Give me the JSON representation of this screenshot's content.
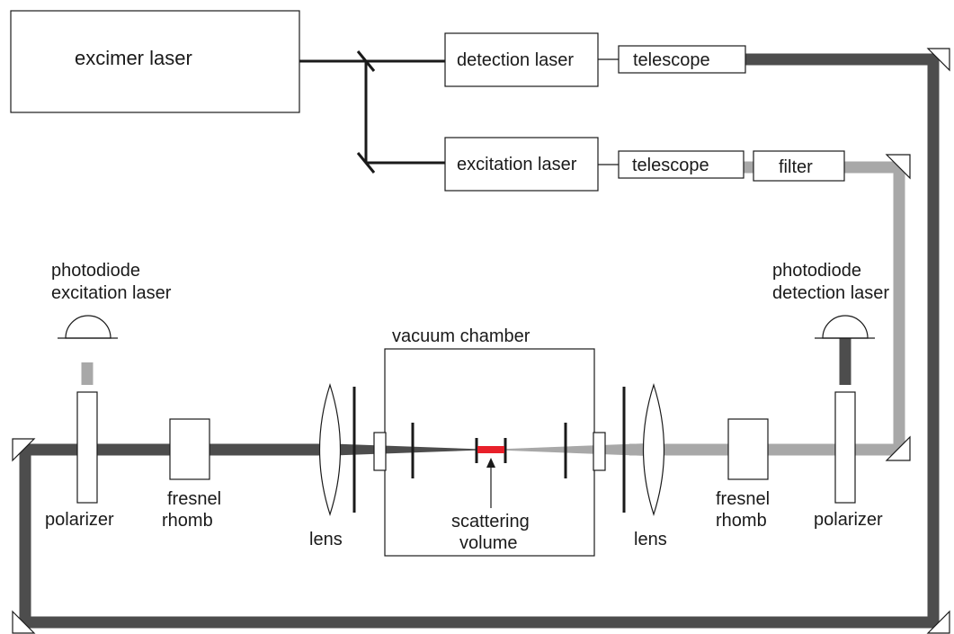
{
  "labels": {
    "excimer_laser": "excimer laser",
    "detection_laser": "detection laser",
    "excitation_laser": "excitation laser",
    "telescope_top": "telescope",
    "telescope_mid": "telescope",
    "filter": "filter",
    "photodiode_left_line1": "photodiode",
    "photodiode_left_line2": "excitation laser",
    "photodiode_right_line1": "photodiode",
    "photodiode_right_line2": "detection laser",
    "vacuum_chamber": "vacuum chamber",
    "polarizer_left": "polarizer",
    "polarizer_right": "polarizer",
    "fresnel_left_line1": "fresnel",
    "fresnel_left_line2": "rhomb",
    "fresnel_right_line1": "fresnel",
    "fresnel_right_line2": "rhomb",
    "lens_left": "lens",
    "lens_right": "lens",
    "scattering_line1": "scattering",
    "scattering_line2": "volume"
  },
  "colors": {
    "detection_beam": "#4d4d4d",
    "excitation_beam": "#a8a8a8",
    "pump_beam": "#1a1a1a",
    "scattering_volume": "#e8202a"
  }
}
